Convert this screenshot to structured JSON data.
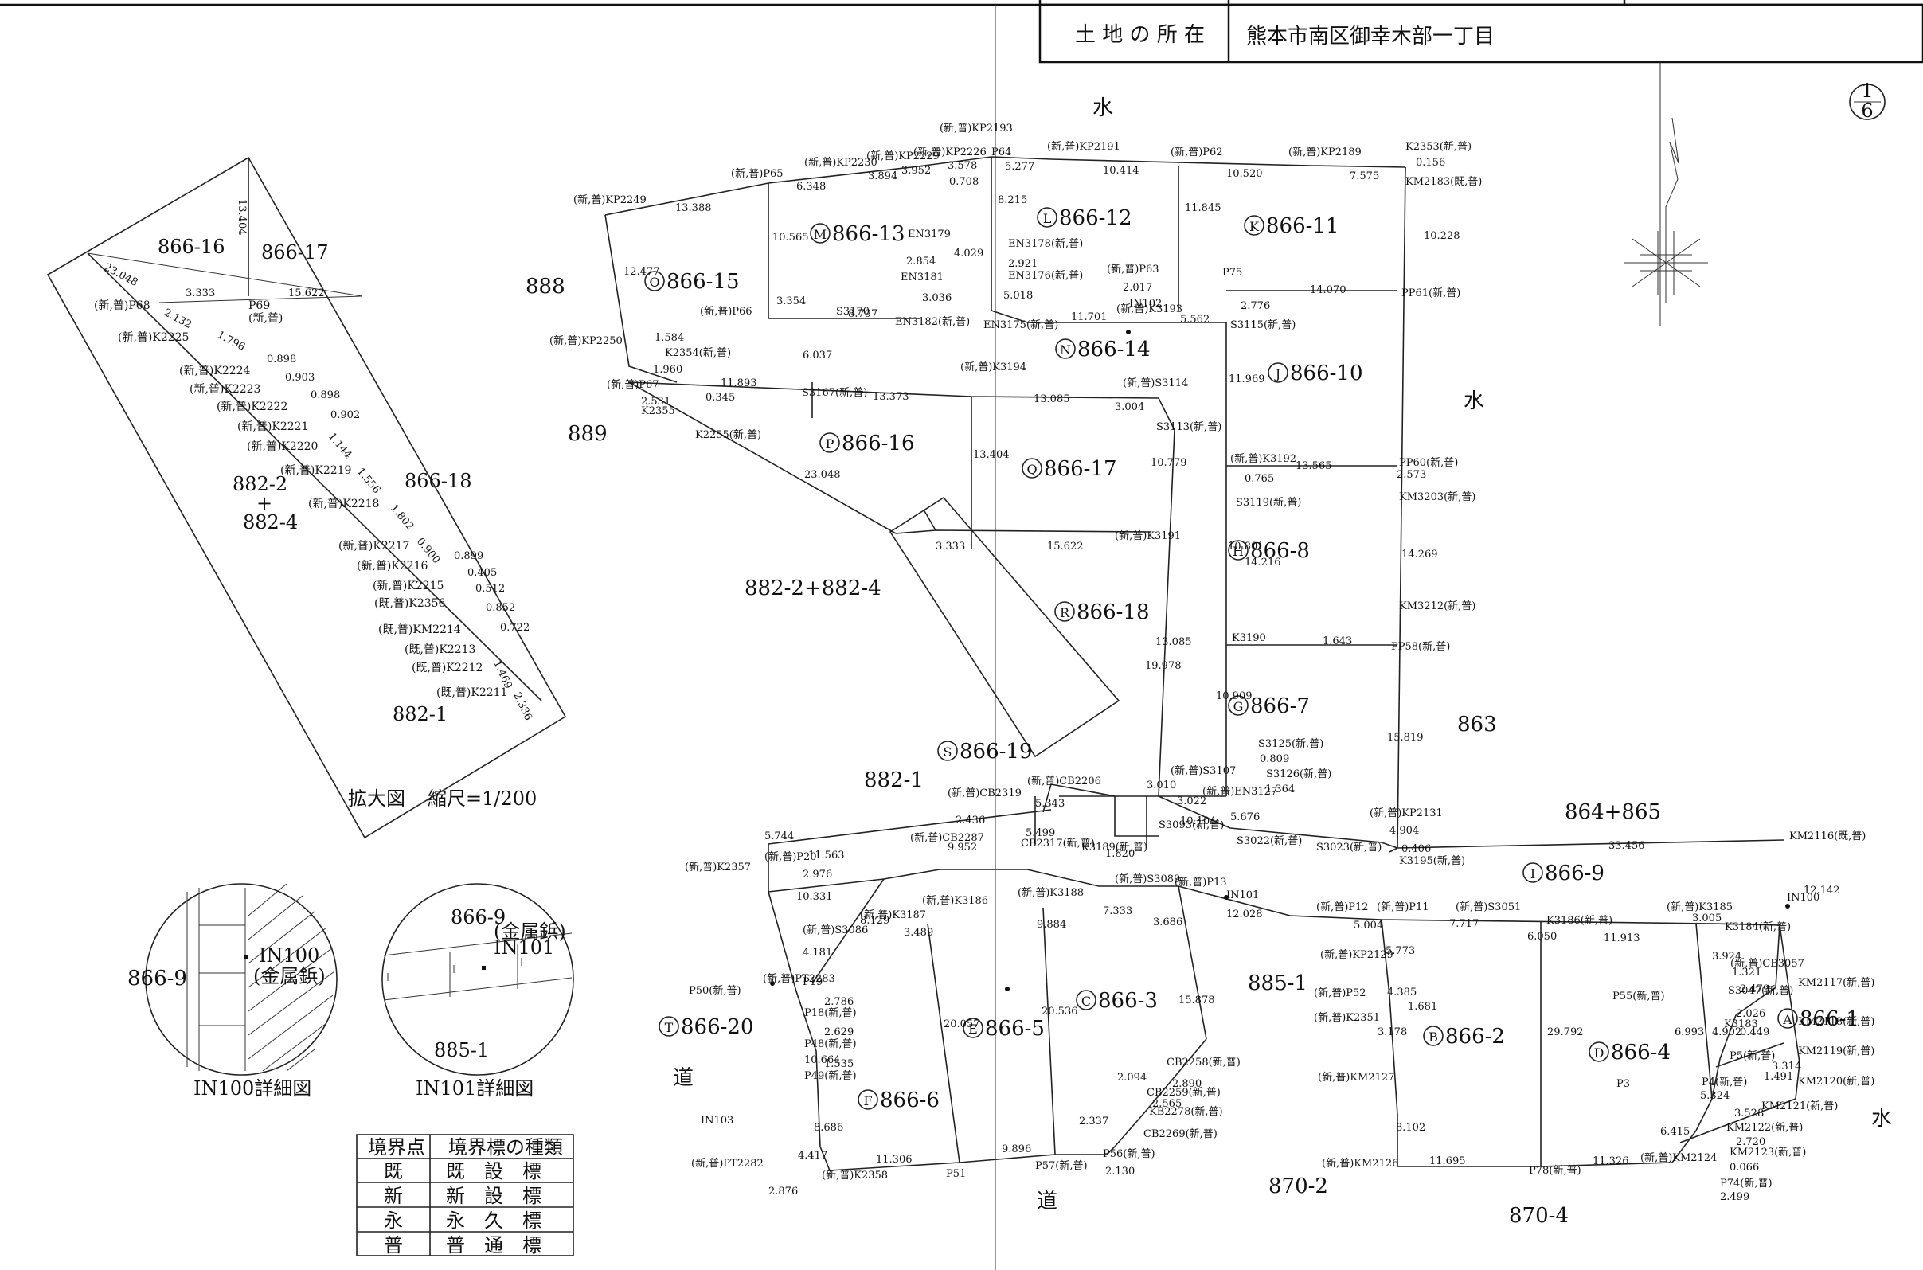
{
  "header": {
    "label": "土 地 の 所 在",
    "location": "熊本市南区御幸木部一丁目"
  },
  "sheet": {
    "num": "1",
    "den": "6"
  },
  "water_labels": [
    "水",
    "水",
    "水"
  ],
  "road_labels": [
    "道",
    "道"
  ],
  "parcels": [
    {
      "circle": "A",
      "num": "866-1"
    },
    {
      "circle": "B",
      "num": "866-2"
    },
    {
      "circle": "C",
      "num": "866-3"
    },
    {
      "circle": "D",
      "num": "866-4"
    },
    {
      "circle": "E",
      "num": "866-5"
    },
    {
      "circle": "F",
      "num": "866-6"
    },
    {
      "circle": "G",
      "num": "866-7"
    },
    {
      "circle": "H",
      "num": "866-8"
    },
    {
      "circle": "I",
      "num": "866-9"
    },
    {
      "circle": "J",
      "num": "866-10"
    },
    {
      "circle": "K",
      "num": "866-11"
    },
    {
      "circle": "L",
      "num": "866-12"
    },
    {
      "circle": "M",
      "num": "866-13"
    },
    {
      "circle": "N",
      "num": "866-14"
    },
    {
      "circle": "O",
      "num": "866-15"
    },
    {
      "circle": "P",
      "num": "866-16"
    },
    {
      "circle": "Q",
      "num": "866-17"
    },
    {
      "circle": "R",
      "num": "866-18"
    },
    {
      "circle": "S",
      "num": "866-19"
    },
    {
      "circle": "T",
      "num": "866-20"
    }
  ],
  "neighbor_lots": [
    "888",
    "889",
    "882-2+882-4",
    "882-1",
    "863",
    "864+865",
    "885-1",
    "870-2",
    "870-4"
  ],
  "points": [
    "(新,普)KP2193",
    "(新,普)KP2226",
    "P64",
    "(新,普)KP2191",
    "(新,普)P62",
    "(新,普)KP2189",
    "K2353(新,普)",
    "KM2183(既,普)",
    "(新,普)KP2230",
    "(新,普)KP2229",
    "(新,普)P65",
    "(新,普)KP2249",
    "EN3179",
    "EN3178(新,普)",
    "EN3176(新,普)",
    "EN3181",
    "(新,普)P63",
    "(新,普)K3193",
    "IN102",
    "P75",
    "PP61(新,普)",
    "S3115(新,普)",
    "(新,普)P66",
    "S3170",
    "EN3182(新,普)",
    "EN3175(新,普)",
    "(新,普)KP2250",
    "K2354(新,普)",
    "(新,普)P67",
    "K2355",
    "K2255(新,普)",
    "S3167(新,普)",
    "(新,普)K3194",
    "(新,普)S3114",
    "S3113(新,普)",
    "(新,普)K3192",
    "S3119(新,普)",
    "PP60(新,普)",
    "KM3203(新,普)",
    "(新,普)K3191",
    "KM3212(新,普)",
    "K3190",
    "PP58(新,普)",
    "S3125(新,普)",
    "S3126(新,普)",
    "(新,普)EN3127",
    "(新,普)S3107",
    "(新,普)KP2131",
    "K3195(新,普)",
    "KM2116(既,普)",
    "S3093(新,普)",
    "S3022(新,普)",
    "S3023(新,普)",
    "(新,普)CB2206",
    "(新,普)CB2319",
    "CB2317(新,普)",
    "K3189(新,普)",
    "(新,普)K2357",
    "(新,普)P20",
    "(新,普)CB2287",
    "(新,普)S3089",
    "(新,普)P13",
    "IN101",
    "(新,普)P12",
    "(新,普)P11",
    "(新,普)S3051",
    "K3186(新,普)",
    "(新,普)K3185",
    "K3184(新,普)",
    "IN100",
    "KM2117(新,普)",
    "KM2118(新,普)",
    "KM2119(新,普)",
    "KM2120(新,普)",
    "KM2121(新,普)",
    "KM2122(新,普)",
    "KM2123(新,普)",
    "P74(新,普)",
    "(新,普)KM2124",
    "(新,普)KM2126",
    "P78(新,普)",
    "(新,普)KM2127",
    "(新,普)K2351",
    "(新,普)P52",
    "(新,普)KP2129",
    "(新,普)K3186",
    "(新,普)K3188",
    "(新,普)K3187",
    "(新,普)S3086",
    "P19",
    "P18(新,普)",
    "P48(新,普)",
    "P49(新,普)",
    "P50(新,普)",
    "(新,普)PT2283",
    "IN103",
    "(新,普)PT2282",
    "(新,普)K2358",
    "P51",
    "P57(新,普)",
    "P56(新,普)",
    "CB2269(新,普)",
    "KB2278(新,普)",
    "CB2259(新,普)",
    "CB2258(新,普)",
    "P55(新,普)",
    "(新,普)CB3057",
    "S3047(新,普)",
    "K3183",
    "P5(新,普)",
    "P4(新,普)",
    "P3",
    "(新,普)CB3056"
  ],
  "distances": [
    "13.388",
    "6.348",
    "3.894",
    "3.952",
    "3.578",
    "0.708",
    "5.277",
    "10.414",
    "10.520",
    "7.575",
    "0.156",
    "10.228",
    "10.565",
    "4.029",
    "2.854",
    "2.921",
    "3.036",
    "8.215",
    "5.018",
    "11.845",
    "2.017",
    "5.562",
    "11.701",
    "14.070",
    "2.776",
    "3.354",
    "8.797",
    "6.037",
    "12.477",
    "1.584",
    "1.960",
    "11.893",
    "13.373",
    "13.085",
    "0.345",
    "2.531",
    "11.969",
    "13.404",
    "3.004",
    "10.779",
    "13.565",
    "0.765",
    "2.573",
    "14.269",
    "10.801",
    "14.216",
    "1.643",
    "13.085",
    "15.819",
    "19.978",
    "10.909",
    "0.809",
    "1.364",
    "3.010",
    "3.022",
    "5.676",
    "4.904",
    "0.406",
    "33.456",
    "10.104",
    "12.142",
    "23.048",
    "3.333",
    "15.622",
    "5.343",
    "5.499",
    "2.436",
    "1.820",
    "9.952",
    "11.563",
    "2.976",
    "5.744",
    "10.331",
    "3.489",
    "9.884",
    "7.333",
    "3.686",
    "12.028",
    "5.004",
    "7.717",
    "6.050",
    "11.913",
    "3.005",
    "3.924",
    "1.321",
    "2.479",
    "2.026",
    "0.449",
    "4.902",
    "6.993",
    "1.491",
    "3.314",
    "3.528",
    "2.720",
    "0.066",
    "2.499",
    "6.415",
    "5.324",
    "11.326",
    "11.695",
    "8.102",
    "29.792",
    "20.536",
    "20.057",
    "15.878",
    "4.181",
    "8.129",
    "2.786",
    "2.629",
    "1.535",
    "10.664",
    "8.686",
    "4.417",
    "2.876",
    "11.306",
    "9.896",
    "2.337",
    "2.130",
    "2.094",
    "2.890",
    "2.565",
    "3.178",
    "4.385",
    "5.773",
    "1.681"
  ],
  "inset": {
    "title": "拡大図",
    "scale": "縮尺=1/200",
    "parcels": [
      "866-16",
      "866-17",
      "882-2",
      "+",
      "882-4",
      "866-18",
      "882-1"
    ],
    "points": [
      "(新,普)P68",
      "(新,普)K2225",
      "(新,普)K2224",
      "(新,普)K2223",
      "(新,普)K2222",
      "(新,普)K2221",
      "(新,普)K2220",
      "(新,普)K2219",
      "(新,普)K2218",
      "(新,普)K2217",
      "(新,普)K2216",
      "(新,普)K2215",
      "(既,普)K2356",
      "(既,普)KM2214",
      "(既,普)K2213",
      "(既,普)K2212",
      "(既,普)K2211",
      "P69",
      "(新,普)"
    ],
    "distances": [
      "23.048",
      "3.333",
      "15.622",
      "13.404",
      "2.132",
      "1.796",
      "0.898",
      "0.903",
      "0.898",
      "0.902",
      "1.144",
      "1.556",
      "1.802",
      "0.900",
      "0.899",
      "0.405",
      "0.512",
      "0.852",
      "0.722",
      "1.469",
      "2.336"
    ]
  },
  "detail_in100": {
    "caption": "IN100詳細図",
    "parcel": "866-9",
    "point": "IN100",
    "type": "(金属鋲)"
  },
  "detail_in101": {
    "caption": "IN101詳細図",
    "parcel_top": "866-9",
    "parcel_bottom": "885-1",
    "type": "(金属鋲)",
    "point": "IN101"
  },
  "legend": {
    "headers": [
      "境界点",
      "境界標の種類"
    ],
    "rows": [
      [
        "既",
        "既　設　標"
      ],
      [
        "新",
        "新　設　標"
      ],
      [
        "永",
        "永　久　標"
      ],
      [
        "普",
        "普　通　標"
      ]
    ]
  }
}
